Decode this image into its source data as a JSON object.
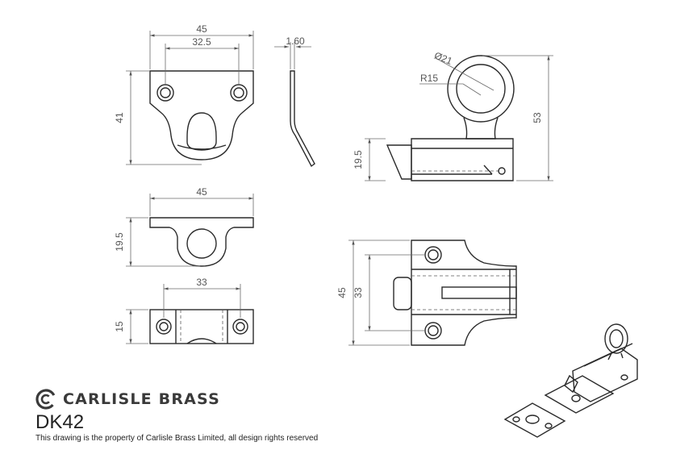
{
  "dimensions": {
    "front_width": "45",
    "front_hole_spacing": "32.5",
    "front_height": "41",
    "thickness": "1.60",
    "ring_diameter": "Ø21",
    "ring_radius": "R15",
    "side_height": "53",
    "side_base_height": "19.5",
    "keep_width": "45",
    "keep_height": "19.5",
    "plate_hole_spacing": "33",
    "plate_height": "15",
    "plan_height": "45",
    "plan_hole_spacing": "33"
  },
  "brand": {
    "name": "CARLISLE BRASS",
    "product_code": "DK42",
    "notice": "This drawing is the property of Carlisle Brass Limited, all design rights reserved"
  }
}
